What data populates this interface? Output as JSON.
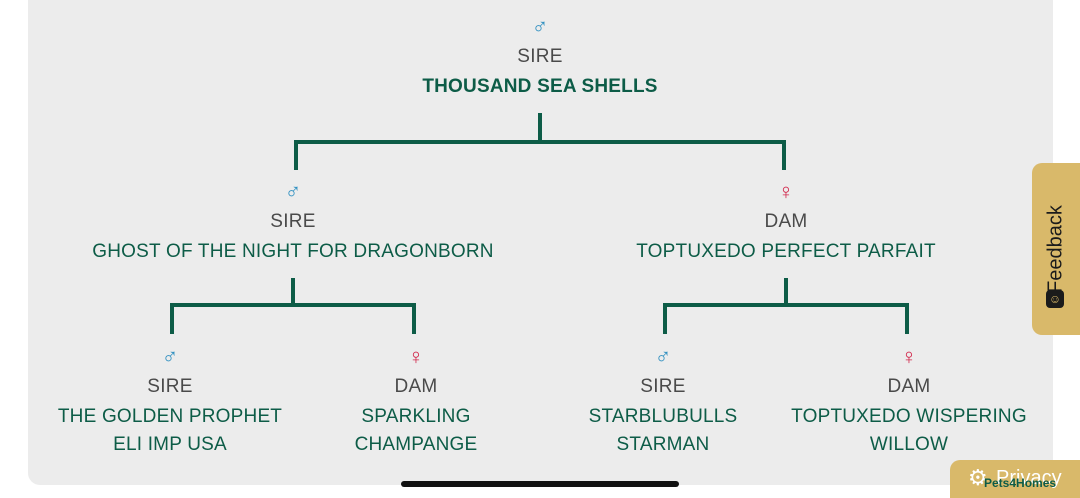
{
  "pedigree": {
    "root": {
      "symbol": "♂",
      "role": "SIRE",
      "name": "THOUSAND SEA SHELLS"
    },
    "parents": [
      {
        "symbol": "♂",
        "role": "SIRE",
        "name": "GHOST OF THE NIGHT FOR DRAGONBORN"
      },
      {
        "symbol": "♀",
        "role": "DAM",
        "name": "TOPTUXEDO PERFECT PARFAIT"
      }
    ],
    "grandparents": [
      {
        "symbol": "♂",
        "role": "SIRE",
        "name_line1": "THE GOLDEN PROPHET",
        "name_line2": "ELI IMP USA"
      },
      {
        "symbol": "♀",
        "role": "DAM",
        "name_line1": "SPARKLING",
        "name_line2": "CHAMPANGE"
      },
      {
        "symbol": "♂",
        "role": "SIRE",
        "name_line1": "STARBLUBULLS",
        "name_line2": "STARMAN"
      },
      {
        "symbol": "♀",
        "role": "DAM",
        "name_line1": "TOPTUXEDO WISPERING",
        "name_line2": "WILLOW"
      }
    ]
  },
  "feedback": {
    "label": "Feedback"
  },
  "privacy": {
    "label": "Privacy",
    "brand": "Pets4Homes"
  },
  "colors": {
    "line": "#0d5c47",
    "male": "#2e8fc0",
    "female": "#d2294d",
    "accent": "#d9b96a"
  },
  "icons": {
    "male": "male-symbol-icon",
    "female": "female-symbol-icon",
    "feedback": "smiley-icon",
    "privacy": "gear-icon"
  }
}
